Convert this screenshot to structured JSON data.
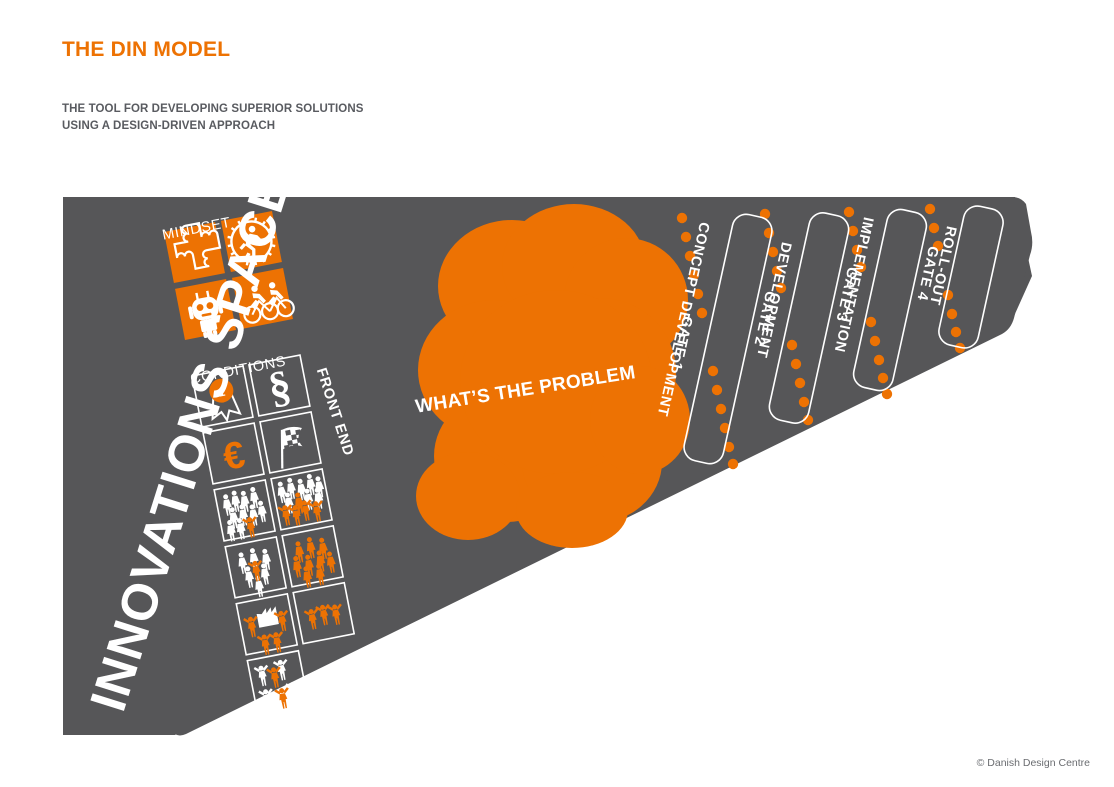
{
  "header": {
    "title": "THE DIN MODEL",
    "subtitle_line1": "THE TOOL FOR DEVELOPING SUPERIOR SOLUTIONS",
    "subtitle_line2": "USING A DESIGN-DRIVEN APPROACH"
  },
  "footer": {
    "copyright": "© Danish Design Centre"
  },
  "colors": {
    "orange": "#ED7203",
    "gray": "#565658",
    "white": "#FFFFFF",
    "subtitle_gray": "#595B60",
    "footer_gray": "#6A6C70",
    "page_background": "#FFFFFF"
  },
  "diagram": {
    "wedge_label": "INNOVATIONS SPACE",
    "front_end_label": "FRONT END",
    "cloud_label": "WHAT’S THE PROBLEM",
    "groups": [
      {
        "caption": "MINDSET",
        "style": "orange-tiles",
        "icons": [
          {
            "name": "puzzle-piece-icon",
            "glyph": "puzzle"
          },
          {
            "name": "runner-in-gear-icon",
            "glyph": "runner"
          },
          {
            "name": "robot-icon",
            "glyph": "robot"
          },
          {
            "name": "tandem-cyclists-icon",
            "glyph": "cyclists"
          }
        ]
      },
      {
        "caption": "CONDITIONS",
        "style": "outline-tiles",
        "icons": [
          {
            "name": "award-ribbon-icon",
            "glyph": "ribbon",
            "badge": "1"
          },
          {
            "name": "section-sign-icon",
            "glyph": "section"
          },
          {
            "name": "euro-currency-icon",
            "glyph": "euro"
          },
          {
            "name": "checkered-flag-icon",
            "glyph": "flag"
          },
          {
            "name": "crowd-white-group-icon",
            "glyph": "crowd-a"
          },
          {
            "name": "crowd-mixed-large-icon",
            "glyph": "crowd-b"
          },
          {
            "name": "crowd-white-small-icon",
            "glyph": "crowd-c"
          },
          {
            "name": "crowd-orange-icon",
            "glyph": "crowd-d"
          },
          {
            "name": "team-factory-icon",
            "glyph": "factory"
          },
          {
            "name": "three-people-orange-icon",
            "glyph": "trio"
          },
          {
            "name": "mixed-team-icon",
            "glyph": "mixed"
          }
        ]
      }
    ],
    "stages": [
      {
        "id": "gate-1",
        "label": "GATE 1",
        "type": "gate",
        "dots": 14
      },
      {
        "id": "concept-development",
        "label": "CONCEPT DEVELOPMENT",
        "type": "phase"
      },
      {
        "id": "gate-2",
        "label": "GATE 2",
        "type": "gate",
        "dots": 12
      },
      {
        "id": "development",
        "label": "DEVELOPMENT",
        "type": "phase"
      },
      {
        "id": "gate-3",
        "label": "GATE 3",
        "type": "gate",
        "dots": 10
      },
      {
        "id": "implementation",
        "label": "IMPLEMENTATION",
        "type": "phase"
      },
      {
        "id": "gate-4",
        "label": "GATE 4",
        "type": "gate",
        "dots": 8
      },
      {
        "id": "roll-out",
        "label": "ROLL-OUT",
        "type": "phase"
      }
    ]
  }
}
